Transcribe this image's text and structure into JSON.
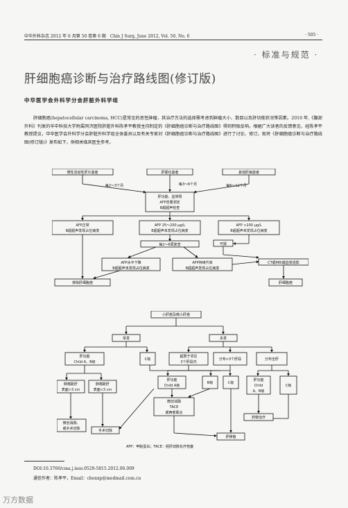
{
  "header": {
    "journal": "中华外科杂志 2012 年 6 月第 50 卷第 6 期　Chin J Surg, June 2012, Vol. 50, No. 6",
    "page": "· 505 ·"
  },
  "section_tag": "· 标准与规范 ·",
  "title": "肝细胞癌诊断与治疗路线图(修订版)",
  "author": "中华医学会外科学分会肝脏外科学组",
  "paragraph1": "肝细胞癌(hepatocellular carcinoma, HCC)是常见的恶性肿瘤，其治疗方法的选择需考虑到肿瘤大小、数目以及肝功能状况等因素。2010 年,《腹部外科》刊发的华中科技大学附属同济医院肝脏外科陈孝平教授主持制定的《肝细胞癌诊断与治疗路线图》得到积极反响。根据广大读者的反馈意见，经陈孝平教授提议，中华医学会外科学分会肝脏外科学组全体委员以及有关专家对《肝细胞癌诊断与治疗路线图》进行了讨论、修订。现将《肝细胞癌诊断与治疗路线图(修订版)》发布如下，供相关临床医生参考。",
  "chart1": {
    "risk1": "慢性活动性肝炎患者",
    "risk2": "肝硬化患者",
    "risk3": "其他肝病患者",
    "freq1": "每2～3个月",
    "freq2": "每3～6个月",
    "freq3": "每6～12个月",
    "exam_l1": "肝功能、血常规",
    "exam_l2": "AFP定量测定",
    "exam_l3": "B超超声检查",
    "res1_l1": "AFP正常",
    "res1_l2": "B超超声发现占位病变",
    "res2_l1": "AFP 25～200 μg/L",
    "res2_l2": "B超超声未发现占位病变",
    "res3_l1": "AFP >200 μg/L",
    "res3_l2": "B超超声未发现占位病变",
    "recheck": "每1～6周复查",
    "suspicious": "可疑",
    "dec_l1": "AFP水平下降",
    "dec_l2": "B超超声未发现占位病变",
    "inc_l1": "AFP持续升高",
    "inc_l2": "B超超声发现占位病变",
    "ct": "CT或MRI或血管造影",
    "exclude": "排除肝细胞癌",
    "hcc": "肝细胞癌"
  },
  "chart2": {
    "top": "小肝癌及微小肝癌",
    "single": "单发",
    "multiple": "多发",
    "lf1_l1": "肝功能",
    "lf1_l2": "Child A、B级",
    "c_grade": "C级",
    "span_l1": "超限于邻近",
    "span_l2": "3个肝段内",
    "over3": "分布>3个肝段",
    "whole": "分布全肝",
    "tumor_far_l1": "肿瘤距肝",
    "tumor_far_l2": "表面>3 cm",
    "tumor_near_l1": "肿瘤距肝",
    "tumor_near_l2": "表面<3 cm",
    "lf2_l1": "肝功能",
    "lf2_l2": "Child A级",
    "b_grade": "B级",
    "c_grade2": "C级",
    "lf3_l1": "肝功能",
    "lf3_l2": "Child",
    "lf3_l3": "A、B级",
    "c_grade3": "C级",
    "ablate_l1": "微创消融、",
    "ablate_l2": "或手术切除",
    "resect": "手术切除",
    "combo_l1": "微创消融",
    "combo_l2": "TACE",
    "combo_l3": "或两者联合",
    "drug": "药物治疗",
    "transplant": "肝移植",
    "legend": "AFP：甲胎蛋白；TACE：经肝动脉化疗栓塞"
  },
  "footer": {
    "doi": "DOI:10.3760/cma.j.issn.0529-5815.2012.06.009",
    "contact": "通信作者：陈孝平，Email：chenxp@medmail.com.cn"
  },
  "watermark": "万方数据"
}
